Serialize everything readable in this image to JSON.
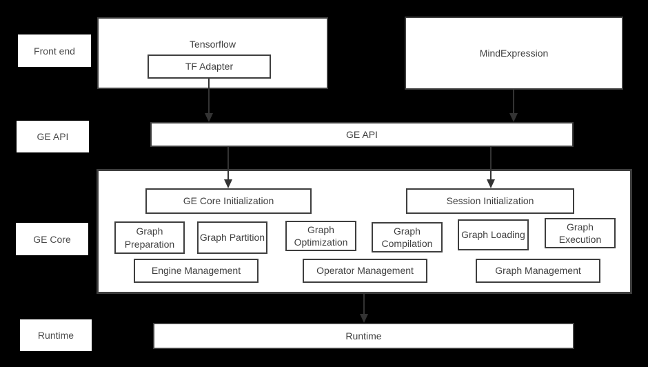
{
  "diagram": {
    "row_labels": {
      "front_end": "Front end",
      "ge_api": "GE API",
      "ge_core": "GE Core",
      "runtime": "Runtime"
    },
    "front_end": {
      "tensorflow_label": "Tensorflow",
      "tf_adapter_label": "TF Adapter",
      "mindexpression_label": "MindExpression"
    },
    "ge_api": {
      "box_label": "GE API"
    },
    "ge_core": {
      "init_boxes": [
        {
          "label": "GE Core Initialization"
        },
        {
          "label": "Session Initialization"
        }
      ],
      "stages": [
        {
          "label": "Graph Preparation"
        },
        {
          "label": "Graph Partition"
        },
        {
          "label": "Graph Optimization"
        },
        {
          "label": "Graph Compilation"
        },
        {
          "label": "Graph Loading"
        },
        {
          "label": "Graph Execution"
        }
      ],
      "management": [
        {
          "label": "Engine Management"
        },
        {
          "label": "Operator Management"
        },
        {
          "label": "Graph Management"
        }
      ]
    },
    "runtime": {
      "box_label": "Runtime"
    },
    "colors": {
      "background": "#000000",
      "box_fill": "#ffffff",
      "box_border": "#3e3e3e",
      "text": "#404040",
      "arrow": "#333333"
    }
  }
}
